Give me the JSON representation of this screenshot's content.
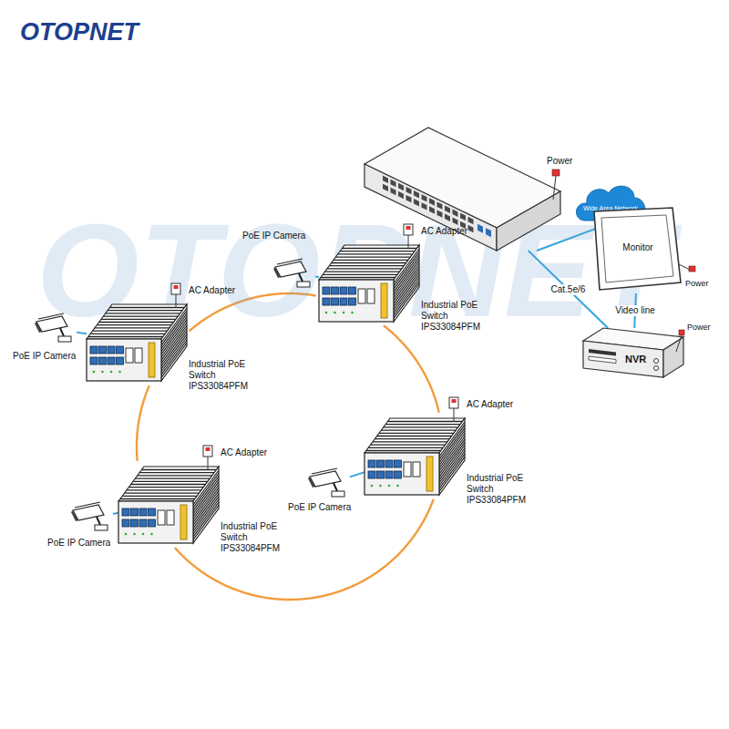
{
  "diagram": {
    "nodes": [
      {
        "text": [
          "Power"
        ]
      },
      {
        "text": [
          "Wide Area Network"
        ]
      },
      {
        "text": [
          "Monitor",
          "Power"
        ]
      },
      {
        "text": [
          "PoE IP Camera"
        ]
      },
      {
        "text": [
          "AC Adapter",
          "Industrial PoE Switch",
          "IPS33084PFM"
        ]
      },
      {
        "text": [
          "PoE IP Camera"
        ]
      },
      {
        "text": [
          "AC Adapter",
          "Industrial PoE Switch",
          "IPS33084PFM"
        ]
      },
      {
        "text": [
          "NVR",
          "Power"
        ]
      },
      {
        "text": [
          "AC Adapter",
          "Industrial PoE Switch",
          "IPS33084PFM"
        ]
      },
      {
        "text": [
          "PoE IP Camera"
        ]
      },
      {
        "text": [
          "AC Adapter",
          "Industrial PoE Switch",
          "IPS33084PFM"
        ]
      },
      {
        "text": [
          "PoE IP Camera"
        ]
      }
    ],
    "edges": [
      {
        "from": 0,
        "to": 1,
        "arrow": "none"
      },
      {
        "from": 0,
        "to": 7,
        "label": "Cat.5e/6",
        "arrow": "none"
      },
      {
        "from": 7,
        "to": 2,
        "label": "Video line",
        "arrow": "none"
      },
      {
        "from": 4,
        "to": 6,
        "arrow": "none"
      },
      {
        "from": 6,
        "to": 10,
        "arrow": "none"
      },
      {
        "from": 10,
        "to": 8,
        "arrow": "none"
      },
      {
        "from": 8,
        "to": 4,
        "arrow": "none"
      },
      {
        "from": 3,
        "to": 4,
        "arrow": "none"
      },
      {
        "from": 5,
        "to": 6,
        "arrow": "none"
      },
      {
        "from": 11,
        "to": 10,
        "arrow": "none"
      },
      {
        "from": 9,
        "to": 8,
        "arrow": "none"
      }
    ],
    "labels": [
      "OTOPNET",
      "OTOPNET"
    ]
  }
}
